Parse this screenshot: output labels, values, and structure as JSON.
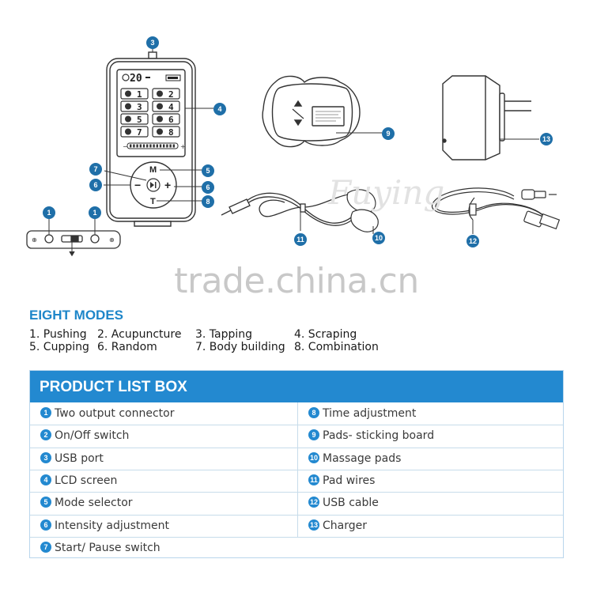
{
  "colors": {
    "accent": "#2389d0",
    "title_blue": "#1e86c9",
    "badge": "#1f6fa8"
  },
  "diagram": {
    "badges": [
      "1",
      "1",
      "3",
      "4",
      "5",
      "6",
      "6",
      "7",
      "8",
      "9",
      "10",
      "11",
      "12",
      "13"
    ],
    "device_labels": [
      "M",
      "T",
      "−",
      "+"
    ],
    "lcd_text": "20",
    "brand_watermark": "Fuying"
  },
  "watermark": "trade.china.cn",
  "modes": {
    "title": "EIGHT MODES",
    "items": [
      "1. Pushing",
      "2. Acupuncture",
      "3. Tapping",
      "4. Scraping",
      "5. Cupping",
      "6. Random",
      "7. Body building",
      "8. Combination"
    ]
  },
  "product_list": {
    "title": "PRODUCT LIST BOX",
    "items": [
      {
        "num": "1",
        "label": "Two output connector"
      },
      {
        "num": "2",
        "label": "On/Off switch"
      },
      {
        "num": "3",
        "label": "USB port"
      },
      {
        "num": "4",
        "label": "LCD screen"
      },
      {
        "num": "5",
        "label": "Mode selector"
      },
      {
        "num": "6",
        "label": "Intensity adjustment"
      },
      {
        "num": "7",
        "label": "Start/ Pause switch"
      },
      {
        "num": "8",
        "label": "Time adjustment"
      },
      {
        "num": "9",
        "label": "Pads- sticking board"
      },
      {
        "num": "10",
        "label": "Massage pads"
      },
      {
        "num": "11",
        "label": "Pad wires"
      },
      {
        "num": "12",
        "label": "USB cable"
      },
      {
        "num": "13",
        "label": "Charger"
      }
    ]
  }
}
